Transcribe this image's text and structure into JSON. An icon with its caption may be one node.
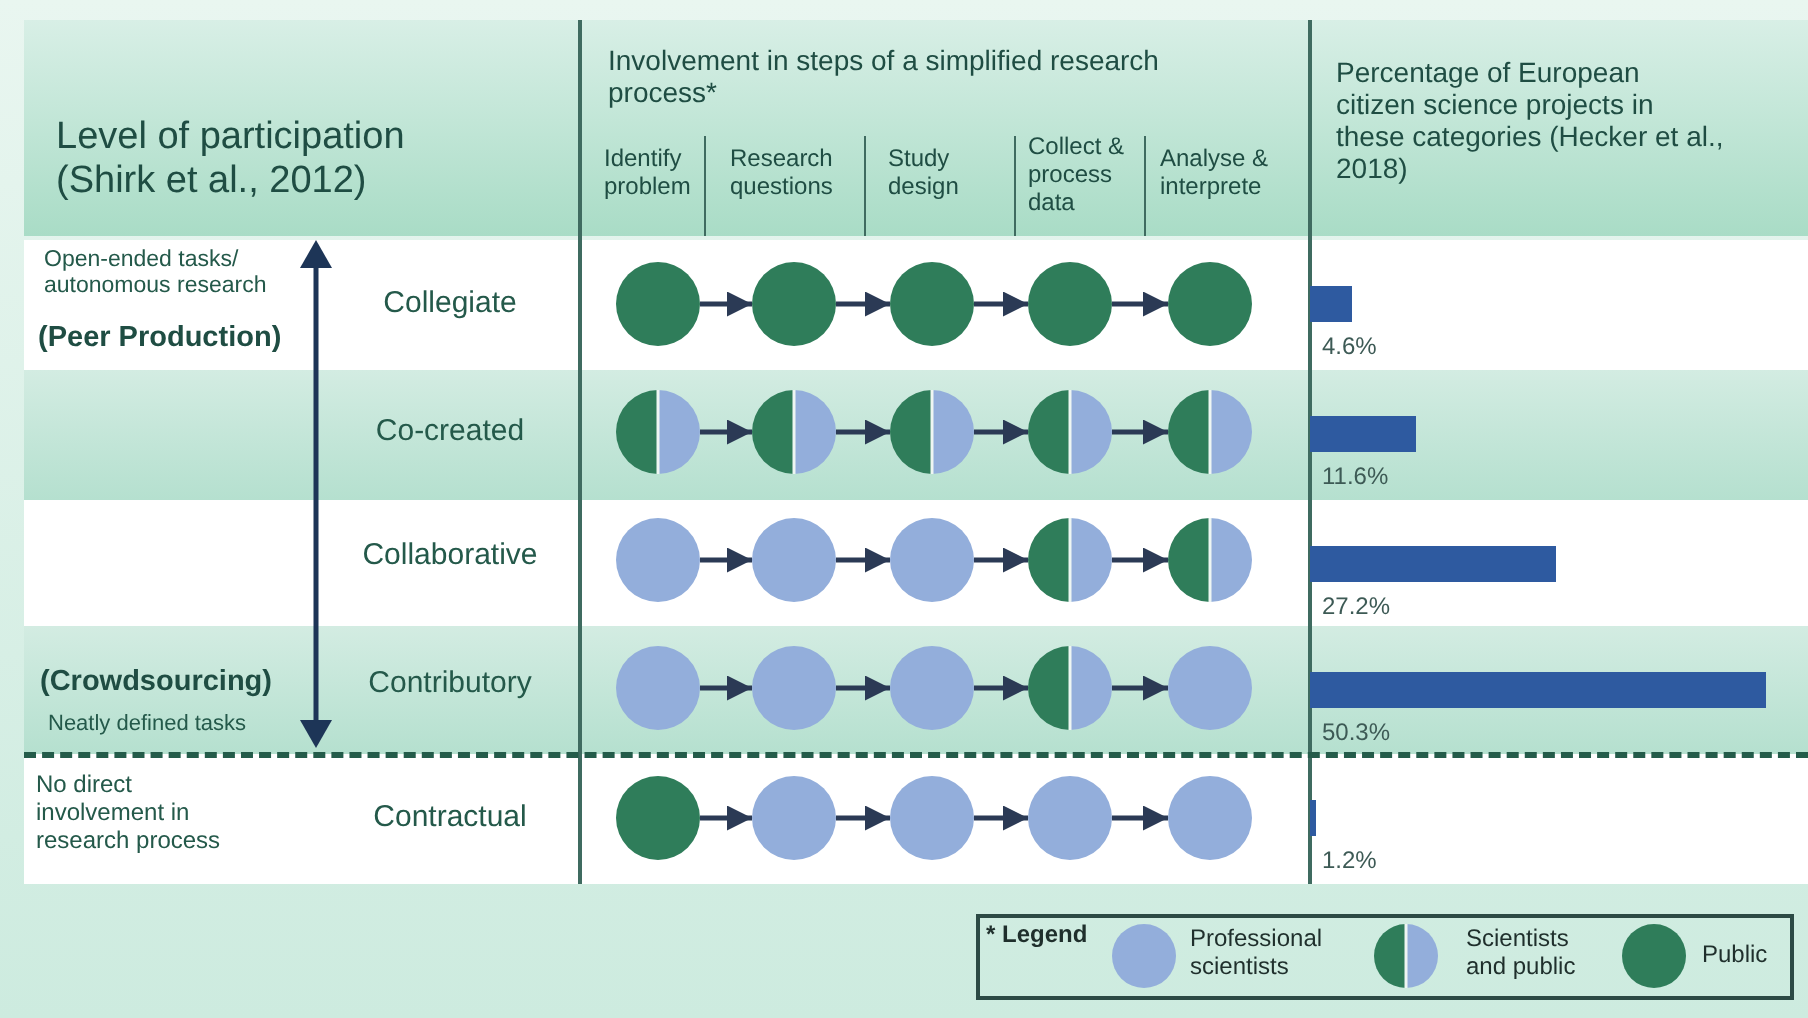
{
  "diagram": {
    "nodes": [
      {
        "text": [],
        "shape": "circle"
      },
      {
        "text": [],
        "shape": "circle"
      },
      {
        "text": [],
        "shape": "circle"
      },
      {
        "text": [],
        "shape": "circle"
      },
      {
        "text": [],
        "shape": "circle"
      },
      {
        "text": [],
        "shape": "circle"
      },
      {
        "text": [],
        "shape": "circle"
      },
      {
        "text": [],
        "shape": "circle"
      },
      {
        "text": [],
        "shape": "circle"
      },
      {
        "text": [],
        "shape": "circle"
      },
      {
        "text": [],
        "shape": "circle"
      },
      {
        "text": [],
        "shape": "circle"
      },
      {
        "text": [],
        "shape": "circle"
      },
      {
        "text": [],
        "shape": "circle"
      },
      {
        "text": [],
        "shape": "circle"
      },
      {
        "text": [],
        "shape": "circle"
      },
      {
        "text": [],
        "shape": "circle"
      },
      {
        "text": [],
        "shape": "circle"
      },
      {
        "text": [],
        "shape": "circle"
      },
      {
        "text": [],
        "shape": "circle"
      },
      {
        "text": [],
        "shape": "circle"
      },
      {
        "text": [],
        "shape": "circle"
      },
      {
        "text": [],
        "shape": "circle"
      },
      {
        "text": [],
        "shape": "circle"
      },
      {
        "text": [],
        "shape": "circle"
      },
      {
        "text": [],
        "shape": "bar",
        "beside": [
          "4.6%"
        ]
      },
      {
        "text": [],
        "shape": "bar",
        "beside": [
          "11.6%"
        ]
      },
      {
        "text": [],
        "shape": "bar",
        "beside": [
          "27.2%"
        ]
      },
      {
        "text": [],
        "shape": "bar",
        "beside": [
          "50.3%"
        ]
      },
      {
        "text": [],
        "shape": "bar",
        "beside": [
          "1.2%"
        ]
      }
    ],
    "edges": [
      {
        "from": 0,
        "to": 1,
        "arrow": "to"
      },
      {
        "from": 1,
        "to": 2,
        "arrow": "to"
      },
      {
        "from": 2,
        "to": 3,
        "arrow": "to"
      },
      {
        "from": 3,
        "to": 4,
        "arrow": "to"
      },
      {
        "from": 5,
        "to": 6,
        "arrow": "to"
      },
      {
        "from": 6,
        "to": 7,
        "arrow": "to"
      },
      {
        "from": 7,
        "to": 8,
        "arrow": "to"
      },
      {
        "from": 8,
        "to": 9,
        "arrow": "to"
      },
      {
        "from": 10,
        "to": 11,
        "arrow": "to"
      },
      {
        "from": 11,
        "to": 12,
        "arrow": "to"
      },
      {
        "from": 12,
        "to": 13,
        "arrow": "to"
      },
      {
        "from": 13,
        "to": 14,
        "arrow": "to"
      },
      {
        "from": 15,
        "to": 16,
        "arrow": "to"
      },
      {
        "from": 16,
        "to": 17,
        "arrow": "to"
      },
      {
        "from": 17,
        "to": 18,
        "arrow": "to"
      },
      {
        "from": 18,
        "to": 19,
        "arrow": "to"
      },
      {
        "from": 20,
        "to": 21,
        "arrow": "to"
      },
      {
        "from": 21,
        "to": 22,
        "arrow": "to"
      },
      {
        "from": 22,
        "to": 23,
        "arrow": "to"
      },
      {
        "from": 23,
        "to": 24,
        "arrow": "to"
      }
    ],
    "labels": [
      "Level of participation (Shirk et al., 2012)",
      "Involvement in steps of a simplified research process*",
      "Identify problem",
      "Research questions",
      "Study design",
      "Collect & process data",
      "Analyse & interprete",
      "Percentage of European citizen science projects in these categories (Hecker et al., 2018)",
      "Open-ended tasks/ autonomous research",
      "Collegiate",
      "(Peer Production)",
      "Co-created",
      "Collaborative",
      "(Crowdsourcing)",
      "Contributory",
      "Neatly defined tasks",
      "No direct involvement in research process",
      "Contractual",
      "* Legend"
    ],
    "legend": [
      {
        "text": "Professional scientists",
        "color": "#93aedb"
      },
      {
        "text": "Scientists and public"
      },
      {
        "text": "Public",
        "color": "#2f7d5a"
      }
    ]
  }
}
